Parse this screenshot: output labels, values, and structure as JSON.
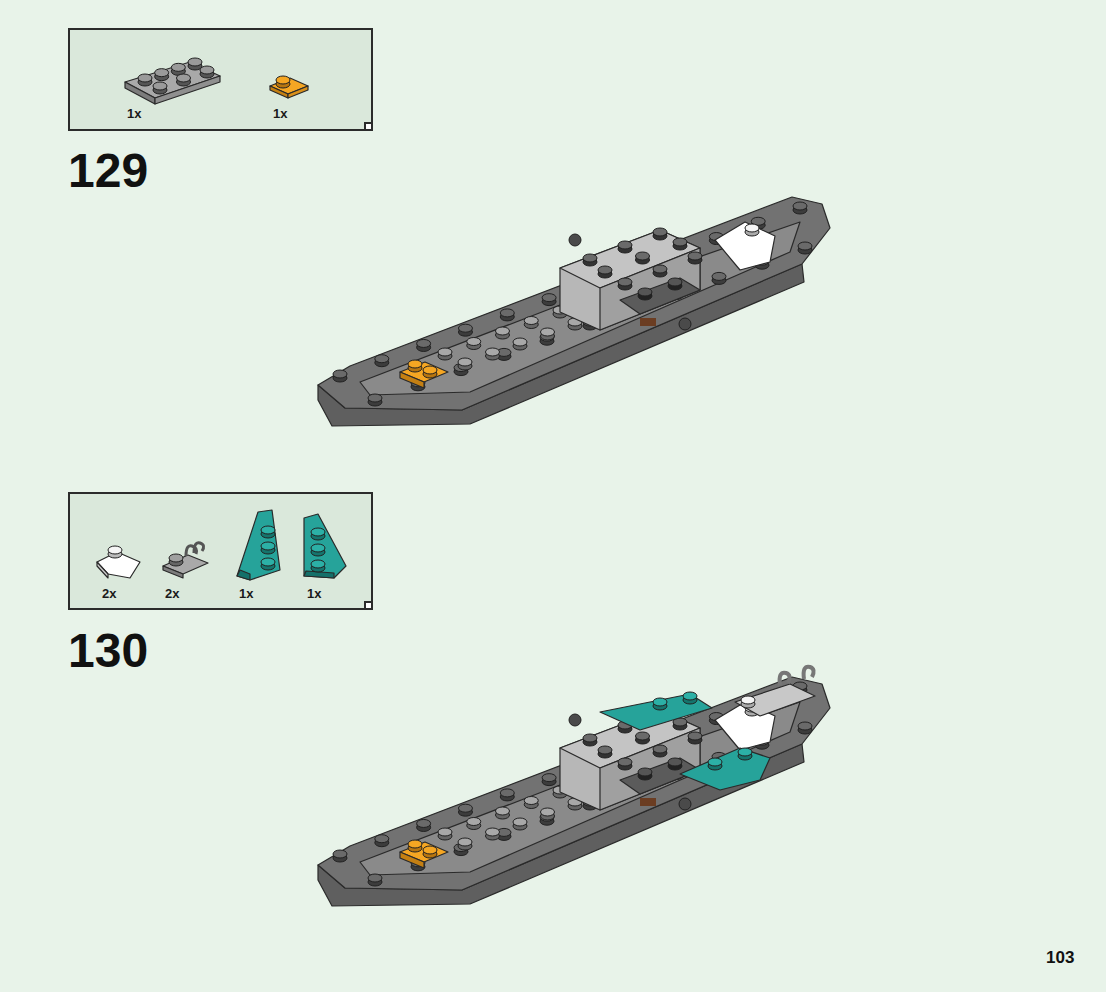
{
  "diagram": {
    "nodes": [
      {
        "text": [
          "1x",
          "1x"
        ]
      },
      {
        "text": [
          "2x",
          "2x",
          "1x",
          "1x"
        ]
      }
    ],
    "labels": [
      "129",
      "130",
      "103"
    ]
  }
}
